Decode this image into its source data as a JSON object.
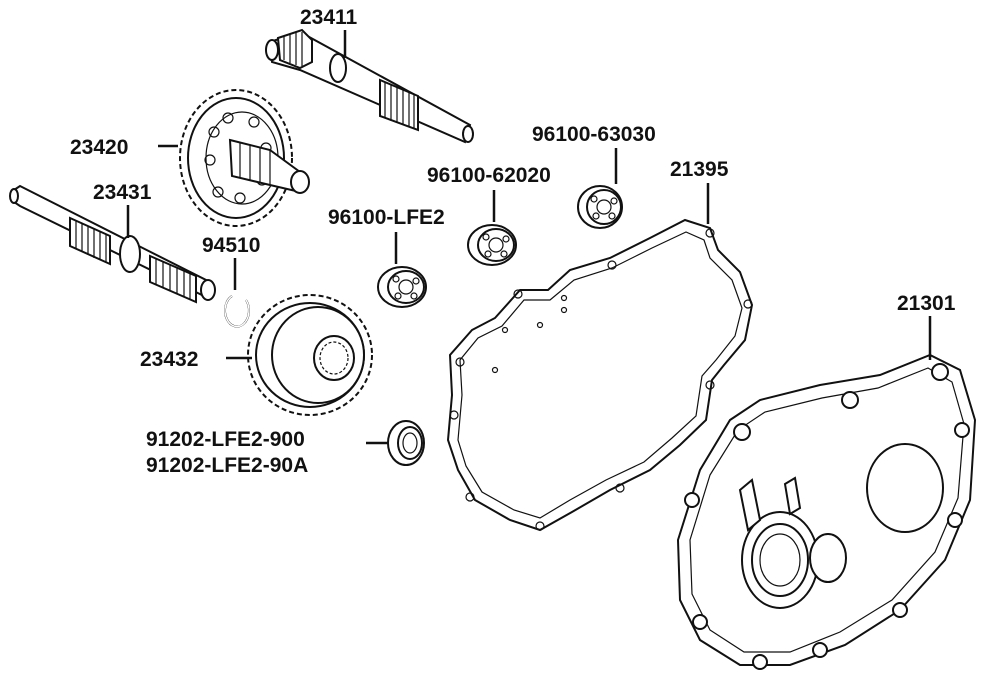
{
  "diagram": {
    "type": "exploded-parts-diagram",
    "line_color": "#111111",
    "background": "#ffffff",
    "parts": [
      {
        "id": "output_shaft",
        "number": "23411"
      },
      {
        "id": "drive_gear",
        "number": "23420"
      },
      {
        "id": "final_shaft",
        "number": "23431"
      },
      {
        "id": "circlip",
        "number": "94510"
      },
      {
        "id": "driven_gear",
        "number": "23432"
      },
      {
        "id": "bearing_a",
        "number": "96100-LFE2"
      },
      {
        "id": "bearing_b",
        "number": "96100-62020"
      },
      {
        "id": "bearing_c",
        "number": "96100-63030"
      },
      {
        "id": "gasket",
        "number": "21395"
      },
      {
        "id": "cover",
        "number": "21301"
      },
      {
        "id": "oil_seal",
        "number": "91202-LFE2-900"
      },
      {
        "id": "oil_seal_alt",
        "number": "91202-LFE2-90A"
      }
    ]
  }
}
